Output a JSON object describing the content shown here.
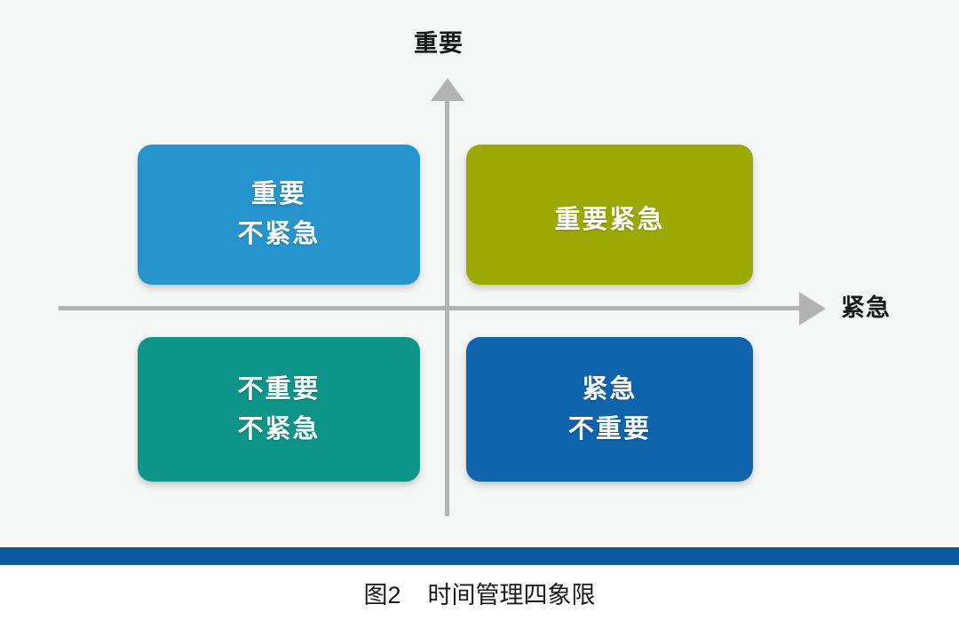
{
  "figure": {
    "caption": "图2    时间管理四象限",
    "caption_number": "图2",
    "caption_title": "时间管理四象限"
  },
  "axes": {
    "vertical_label": "重要",
    "horizontal_label": "紧急",
    "vertical_arrow_icon": "arrow-up-icon",
    "horizontal_arrow_icon": "arrow-right-icon",
    "line_color": "#b3b3b3"
  },
  "quadrants": [
    {
      "id": "important-not-urgent",
      "position": "top-left",
      "line1": "重要",
      "line2": "不紧急",
      "color": "#2695ce"
    },
    {
      "id": "important-urgent",
      "position": "top-right",
      "line1": "重要紧急",
      "line2": "",
      "color": "#9ca904"
    },
    {
      "id": "not-important-not-urgent",
      "position": "bottom-left",
      "line1": "不重要",
      "line2": "不紧急",
      "color": "#0e9589"
    },
    {
      "id": "urgent-not-important",
      "position": "bottom-right",
      "line1": "紧急",
      "line2": "不重要",
      "color": "#1064ac"
    }
  ],
  "decor": {
    "rule_color": "#0a5aa0",
    "canvas_background": "#f4f5f5",
    "page_background": "#ffffff"
  }
}
